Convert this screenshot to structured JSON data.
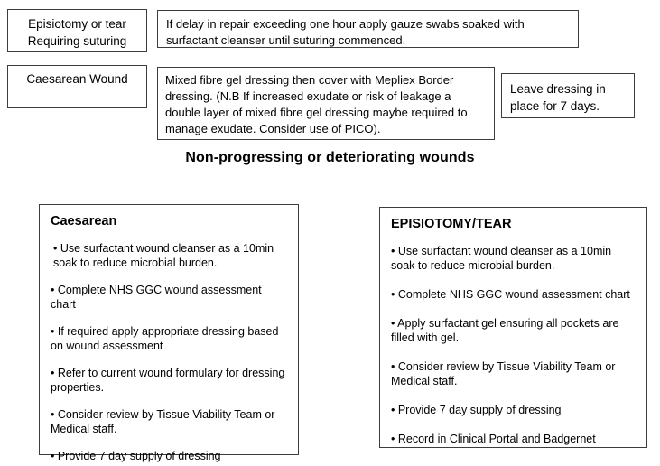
{
  "document": {
    "title": "Wound care pathway",
    "heading": "Non-progressing or deteriorating wounds"
  },
  "flow_rows": [
    {
      "label": "Episiotomy or tear\nRequiring suturing",
      "instruction": "If delay in repair exceeding one hour apply gauze swabs soaked with surfactant cleanser until suturing commenced."
    },
    {
      "label": "Caesarean Wound",
      "instruction": "Mixed fibre gel dressing then cover with Mepliex Border dressing. (N.B If increased exudate or risk of leakage a double layer of mixed fibre gel dressing maybe required to manage exudate. Consider use of PICO).",
      "note": "Leave dressing in place for 7 days."
    }
  ],
  "cards": [
    {
      "title": "Caesarean",
      "bullets": [
        "• Use surfactant wound cleanser as a 10min soak to reduce microbial burden.",
        "• Complete NHS GGC wound assessment chart",
        "• If required apply appropriate dressing based on wound assessment",
        "• Refer to current wound formulary for dressing properties.",
        "• Consider review by Tissue Viability Team or Medical staff.",
        "• Provide 7 day supply of dressing"
      ]
    },
    {
      "title": "EPISIOTOMY/TEAR",
      "bullets": [
        "• Use surfactant wound cleanser as a 10min soak to reduce microbial burden.",
        "• Complete NHS GGC wound assessment chart",
        "• Apply surfactant gel ensuring all pockets are filled with gel.",
        "• Consider review by Tissue Viability Team or Medical staff.",
        "• Provide 7 day supply of dressing",
        "• Record in Clinical Portal and Badgernet"
      ]
    }
  ],
  "colors": {
    "border": "#3c3c3c",
    "text": "#000000",
    "background": "#ffffff"
  }
}
